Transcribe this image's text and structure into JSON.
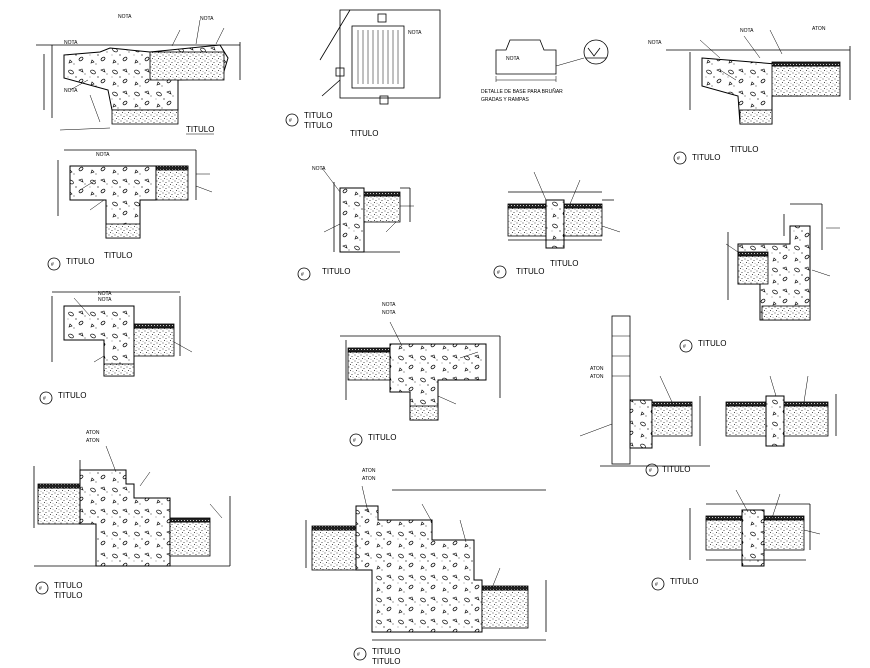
{
  "detail_titles": [
    "TITULO",
    "TITULO",
    "TITULO",
    "TITULO",
    "TITULO",
    "TITULO",
    "TITULO",
    "TITULO",
    "TITULO",
    "TITULO",
    "TITULO",
    "TITULO",
    "TITULO",
    "TITULO",
    "TITULO",
    "TITULO",
    "TITULO",
    "TITULO"
  ],
  "bubble_mark": "#",
  "notes": {
    "nota": "NOTA",
    "aton": "ATON"
  },
  "detail_caption_line1": "DETALLE DE BASE PARA BRUÑAR",
  "detail_caption_line2": "GRADAS Y RAMPAS"
}
